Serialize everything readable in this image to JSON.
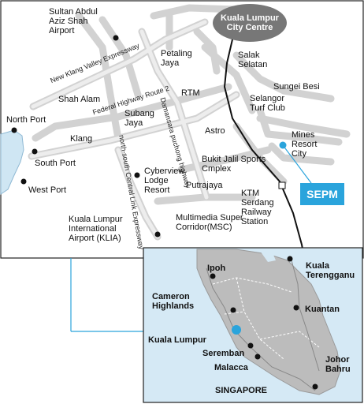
{
  "top_map": {
    "city_centre": "Kuala Lumpur City Centre",
    "highlight": "SEPM",
    "places": {
      "sultan": "Sultan Abdul Aziz Shah Airport",
      "petaling": "Petaling Jaya",
      "salak": "Salak Selatan",
      "sungei_besi": "Sungei Besi",
      "selangor_turf": "Selangor Turf Club",
      "shah_alam": "Shah Alam",
      "rtm": "RTM",
      "subang": "Subang Jaya",
      "north_port": "North Port",
      "klang": "Klang",
      "astro": "Astro",
      "mines": "Mines Resort City",
      "south_port": "South Port",
      "bukit_jalil": "Bukit Jalil Sports Cmplex",
      "west_port": "West Port",
      "cyberview": "Cyberview Lodge Resort",
      "ktm": "KTM Serdang Railway Station",
      "putrajaya": "Putrajaya",
      "msc": "Multimedia Super Corridor(MSC)",
      "klia": "Kuala Lumpur International Airport (KLIA)"
    },
    "roads": {
      "nkve": "New Klang Valley Expressway",
      "federal": "Federal Highway Route 2",
      "damansara": "Damansara puchong highway",
      "nscle": "north-south Central Link Expressway"
    }
  },
  "inset_map": {
    "places": {
      "ipoh": "Ipoh",
      "kuala_terengganu": "Kuala Terengganu",
      "cameron": "Cameron Highlands",
      "kuantan": "Kuantan",
      "kuala_lumpur": "Kuala Lumpur",
      "seremban": "Seremban",
      "malacca": "Malacca",
      "johor": "Johor Bahru",
      "singapore": "SINGAPORE"
    }
  },
  "colors": {
    "accent": "#2aa4dc",
    "inset_bg": "#d5e9f5",
    "road": "#d0d0d0",
    "land": "#bcbcbc"
  }
}
